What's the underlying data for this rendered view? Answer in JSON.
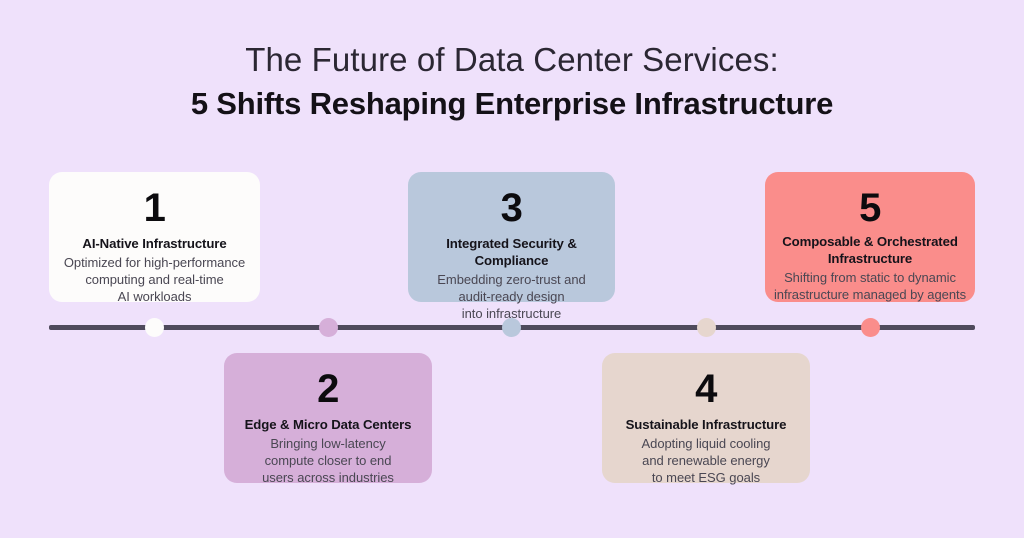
{
  "title": {
    "line1": "The Future of Data Center Services:",
    "line2": "5 Shifts Reshaping Enterprise Infrastructure"
  },
  "theme": {
    "background": "#efe1fb",
    "timeline_color": "#4f4a5c",
    "heading_color": "#15131a",
    "description_color": "#4a4753"
  },
  "timeline": {
    "dots": [
      {
        "label": "timeline-dot-1",
        "color": "#fdfcfb"
      },
      {
        "label": "timeline-dot-2",
        "color": "#d6afd9"
      },
      {
        "label": "timeline-dot-3",
        "color": "#b9c8dc"
      },
      {
        "label": "timeline-dot-4",
        "color": "#e6d6ce"
      },
      {
        "label": "timeline-dot-5",
        "color": "#fa8d8b"
      }
    ]
  },
  "cards": [
    {
      "number": "1",
      "heading": "AI-Native Infrastructure",
      "desc_lines": [
        "Optimized for high-performance",
        "computing and real-time",
        "AI workloads"
      ],
      "color": "#fdfcfb",
      "position": "top"
    },
    {
      "number": "2",
      "heading": "Edge & Micro Data Centers",
      "desc_lines": [
        "Bringing low-latency",
        "compute closer to end",
        "users across industries"
      ],
      "color": "#d6afd9",
      "position": "bottom"
    },
    {
      "number": "3",
      "heading": "Integrated Security & Compliance",
      "desc_lines": [
        "Embedding zero-trust and",
        "audit-ready design",
        "into infrastructure"
      ],
      "color": "#b9c8dc",
      "position": "top"
    },
    {
      "number": "4",
      "heading": "Sustainable Infrastructure",
      "desc_lines": [
        "Adopting liquid cooling",
        "and renewable energy",
        "to meet ESG goals"
      ],
      "color": "#e6d6ce",
      "position": "bottom"
    },
    {
      "number": "5",
      "heading": "Composable & Orchestrated Infrastructure",
      "desc_lines": [
        "Shifting from static to dynamic",
        "infrastructure managed by agents"
      ],
      "color": "#fa8d8b",
      "position": "top"
    }
  ]
}
